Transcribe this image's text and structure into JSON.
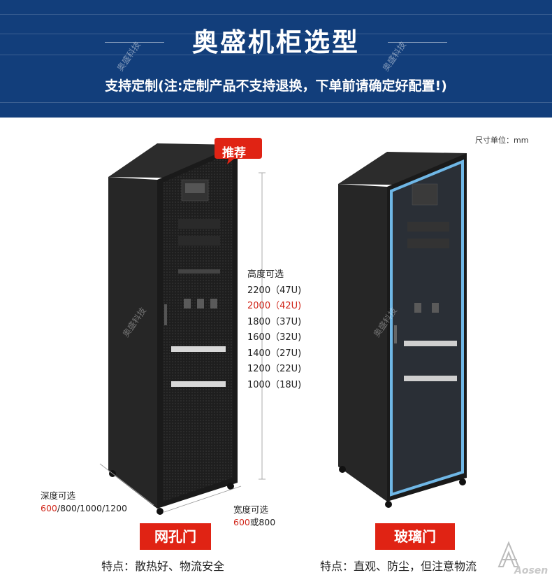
{
  "header": {
    "title": "奥盛机柜选型",
    "subtitle": "支持定制(注:定制产品不支持退换，下单前请确定好配置!)",
    "watermark": "奥盛科技"
  },
  "unit_label": "尺寸单位：mm",
  "badge": "推荐",
  "height_options": {
    "title": "高度可选",
    "items": [
      "2200（47U)",
      "2000（42U)",
      "1800（37U)",
      "1600（32U)",
      "1400（27U)",
      "1200（22U)",
      "1000（18U)"
    ]
  },
  "depth_options": {
    "title": "深度可选",
    "highlight": "600",
    "rest": "/800/1000/1200"
  },
  "width_options": {
    "title": "宽度可选",
    "highlight": "600",
    "rest": "或800"
  },
  "products": [
    {
      "label": "网孔门",
      "features": "特点：散热好、物流安全"
    },
    {
      "label": "玻璃门",
      "features": "特点：直观、防尘，但注意物流"
    }
  ],
  "brand": "Aosens",
  "colors": {
    "header_bg": "#123e7b",
    "accent_red": "#e02314",
    "highlight_red": "#d0261a"
  }
}
